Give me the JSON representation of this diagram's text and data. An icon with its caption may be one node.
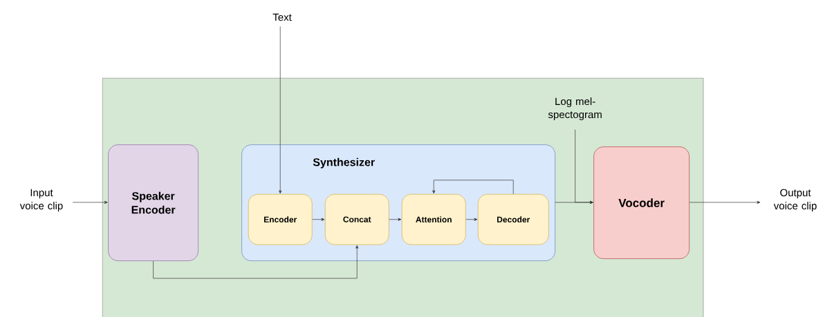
{
  "diagram": {
    "nodes": [
      {
        "text": [],
        "shape": "box"
      },
      {
        "text": [
          "Input voice clip"
        ]
      },
      {
        "text": [
          "Speaker Encoder"
        ],
        "in": 0
      },
      {
        "text": [
          "Synthesizer"
        ],
        "in": 0
      },
      {
        "text": [
          "Encoder"
        ],
        "in": 3
      },
      {
        "text": [
          "Concat"
        ],
        "in": 3
      },
      {
        "text": [
          "Attention"
        ],
        "in": 3
      },
      {
        "text": [
          "Decoder"
        ],
        "in": 3
      },
      {
        "text": [
          "Text"
        ]
      },
      {
        "text": [
          "Log mel-spectogram"
        ],
        "in": 0
      },
      {
        "text": [
          "Vocoder"
        ],
        "in": 0
      },
      {
        "text": [
          "Output voice clip"
        ]
      }
    ],
    "edges": [
      {
        "from": 1,
        "to": 2,
        "arrow": "to"
      },
      {
        "from": 8,
        "to": 4,
        "arrow": "to"
      },
      {
        "from": 4,
        "to": 5,
        "arrow": "to"
      },
      {
        "from": 5,
        "to": 6,
        "arrow": "to"
      },
      {
        "from": 6,
        "to": 7,
        "arrow": "to"
      },
      {
        "from": 7,
        "to": 6,
        "arrow": "to"
      },
      {
        "from": 2,
        "to": 5,
        "arrow": "to"
      },
      {
        "from": 3,
        "to": 10,
        "arrow": "to"
      },
      {
        "from": 9,
        "to": 10,
        "arrow": "to"
      },
      {
        "from": 10,
        "to": 11,
        "arrow": "to"
      }
    ]
  }
}
